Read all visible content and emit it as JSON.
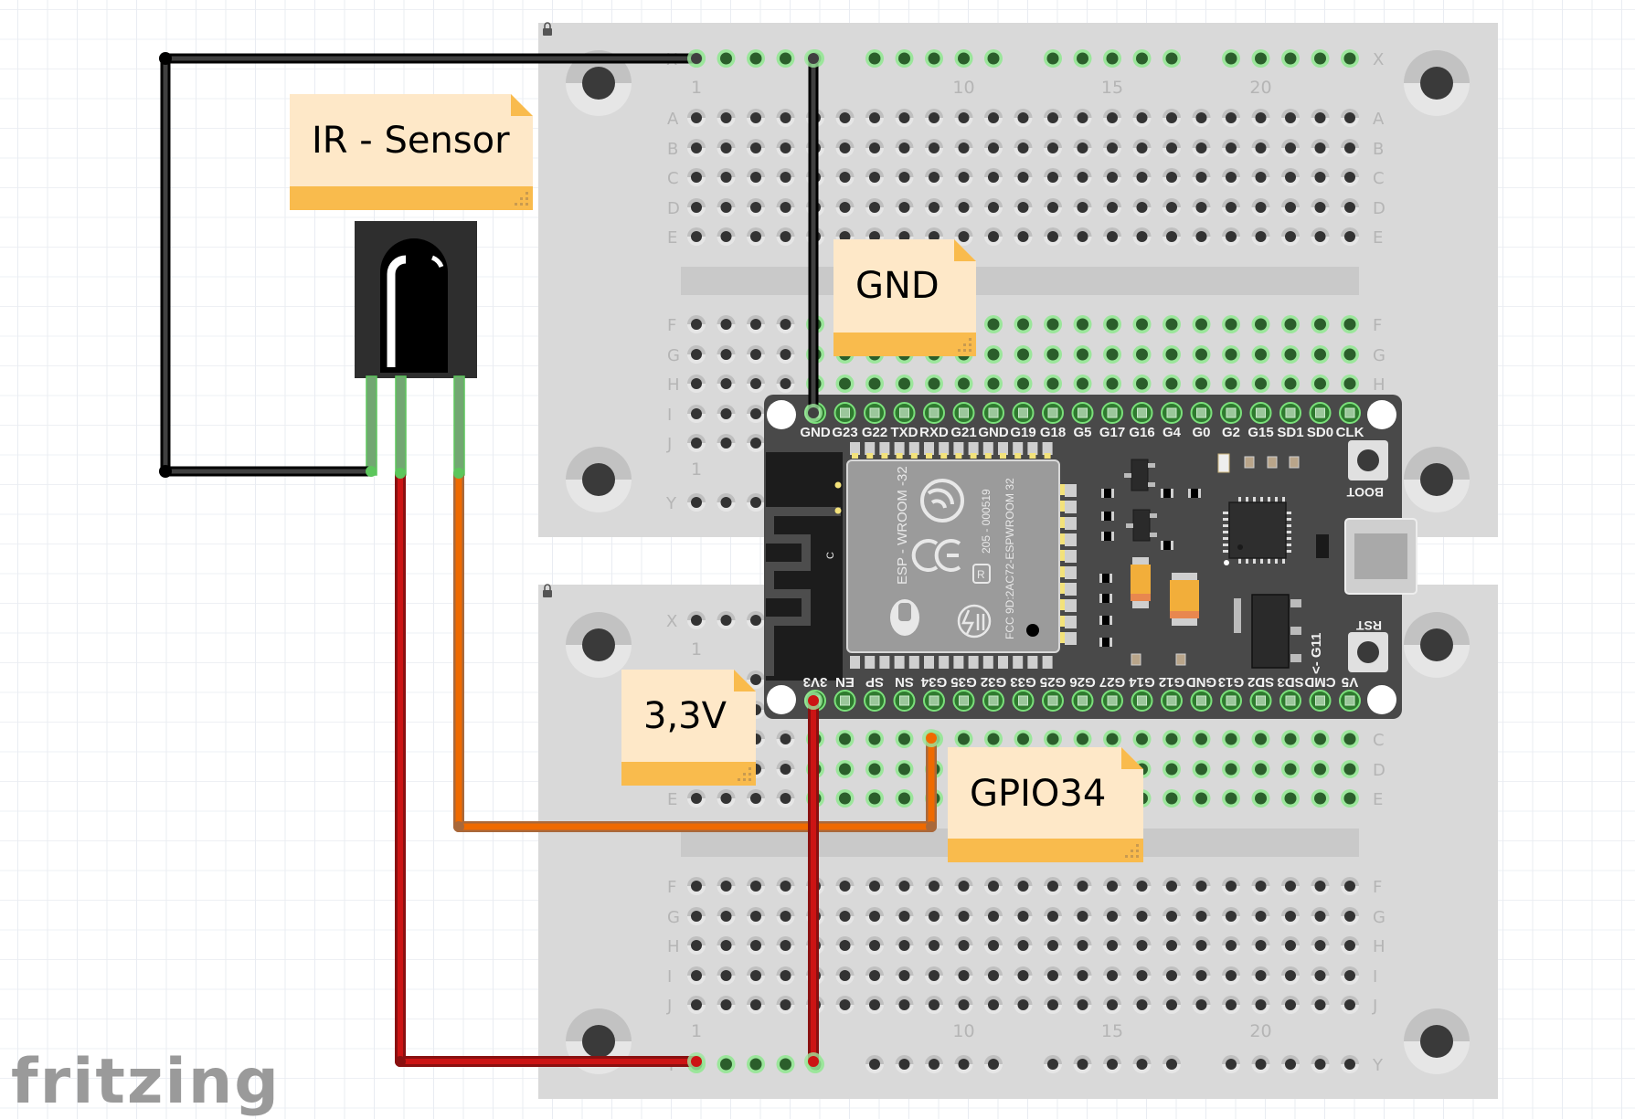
{
  "app": {
    "logo": "fritzing"
  },
  "notes": [
    {
      "id": "ir-sensor",
      "text": "IR - Sensor"
    },
    {
      "id": "gnd",
      "text": "GND"
    },
    {
      "id": "3v3",
      "text": "3,3V"
    },
    {
      "id": "gpio34",
      "text": "GPIO34"
    }
  ],
  "breadboard": {
    "row_labels_top": [
      "A",
      "B",
      "C",
      "D",
      "E"
    ],
    "row_labels_bottom": [
      "F",
      "G",
      "H",
      "I",
      "J"
    ],
    "rail_labels": [
      "X",
      "Y"
    ],
    "column_numbers": [
      "1",
      "10",
      "15",
      "20"
    ]
  },
  "esp32": {
    "module_name": "ESP - WROOM -32",
    "cert_line1": "205 - 000519",
    "cert_line2": "FCC 9D:2AC72-ESPWROOM 32",
    "antenna_mark": "C",
    "top_pins": [
      "GND",
      "G23",
      "G22",
      "TXD",
      "RXD",
      "G21",
      "GND",
      "G19",
      "G18",
      "G5",
      "G17",
      "G16",
      "G4",
      "G0",
      "G2",
      "G15",
      "SD1",
      "SD0",
      "CLK"
    ],
    "bottom_pins": [
      "3V3",
      "EN",
      "SP",
      "SN",
      "G34",
      "G35",
      "G32",
      "G33",
      "G25",
      "G26",
      "G27",
      "G14",
      "G12",
      "GND",
      "G13",
      "SD2",
      "SD3",
      "CMD",
      "V5"
    ],
    "button_boot": "BOOT",
    "button_rst": "RST",
    "side_mark": "<- G11"
  },
  "ir_sensor": {
    "pins": 3
  },
  "wires": [
    {
      "name": "gnd-wire",
      "color": "#404040"
    },
    {
      "name": "vcc-wire",
      "color": "#cc1414"
    },
    {
      "name": "signal-wire",
      "color": "#ef6a00"
    }
  ],
  "colors": {
    "note_body": "#fee8c8",
    "note_band": "#f9bb4d",
    "breadboard": "#d9d9d9",
    "connected_hole": "#2b5e2b",
    "board": "#494949"
  }
}
